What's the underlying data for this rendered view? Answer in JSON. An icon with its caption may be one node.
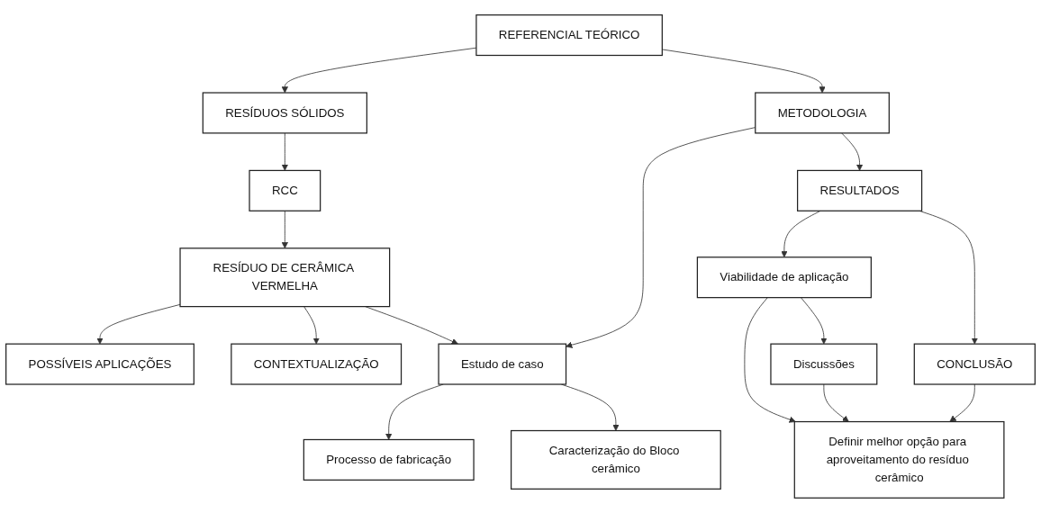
{
  "diagram": {
    "nodes": [
      {
        "text": [
          "REFERENCIAL TEÓRICO"
        ]
      },
      {
        "text": [
          "RESÍDUOS SÓLIDOS"
        ]
      },
      {
        "text": [
          "RCC"
        ]
      },
      {
        "text": [
          "RESÍDUO DE CERÂMICA VERMELHA"
        ]
      },
      {
        "text": [
          "POSSÍVEIS APLICAÇÕES"
        ]
      },
      {
        "text": [
          "CONTEXTUALIZAÇÃO"
        ]
      },
      {
        "text": [
          "METODOLOGIA"
        ]
      },
      {
        "text": [
          "Estudo de caso"
        ]
      },
      {
        "text": [
          "RESULTADOS"
        ]
      },
      {
        "text": [
          "Viabilidade de aplicação"
        ]
      },
      {
        "text": [
          "Discussões"
        ]
      },
      {
        "text": [
          "CONCLUSÃO"
        ]
      },
      {
        "text": [
          "Processo de fabricação"
        ]
      },
      {
        "text": [
          "Definir melhor opção para aproveitamento do resíduo cerâmico"
        ]
      },
      {
        "text": [
          "Caracterização do Bloco cerâmico"
        ]
      }
    ],
    "edges": [
      {
        "from": 0,
        "to": 1,
        "arrow": "to"
      },
      {
        "from": 1,
        "to": 2,
        "arrow": "to"
      },
      {
        "from": 2,
        "to": 3,
        "arrow": "to"
      },
      {
        "from": 3,
        "to": 4,
        "arrow": "to"
      },
      {
        "from": 3,
        "to": 5,
        "arrow": "to"
      },
      {
        "from": 3,
        "to": 7,
        "arrow": "to"
      },
      {
        "from": 0,
        "to": 6,
        "arrow": "to"
      },
      {
        "from": 6,
        "to": 7,
        "arrow": "to"
      },
      {
        "from": 6,
        "to": 8,
        "arrow": "to"
      },
      {
        "from": 8,
        "to": 9,
        "arrow": "to"
      },
      {
        "from": 9,
        "to": 10,
        "arrow": "to"
      },
      {
        "from": 8,
        "to": 11,
        "arrow": "to"
      },
      {
        "from": 9,
        "to": 13,
        "arrow": "to"
      },
      {
        "from": 10,
        "to": 13,
        "arrow": "to"
      },
      {
        "from": 11,
        "to": 13,
        "arrow": "to"
      },
      {
        "from": 7,
        "to": 12,
        "arrow": "to"
      },
      {
        "from": 7,
        "to": 14,
        "arrow": "to"
      }
    ]
  }
}
